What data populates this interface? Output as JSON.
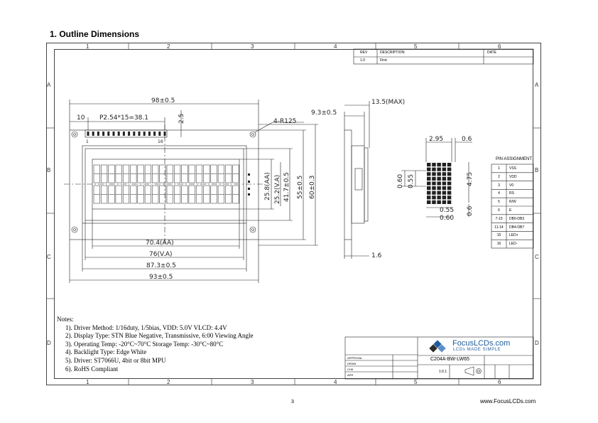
{
  "section_title": "1.  Outline Dimensions",
  "zone_columns": [
    "1",
    "2",
    "3",
    "4",
    "5",
    "6"
  ],
  "zone_rows": [
    "A",
    "B",
    "C",
    "D"
  ],
  "revision": {
    "headers": {
      "rev": "REV",
      "description": "DESCRIPTION:",
      "date": "DATE"
    },
    "rows": [
      {
        "rev": "1.0",
        "description": "First",
        "date": ""
      }
    ]
  },
  "front_dims": {
    "overall_width": "98±0.5",
    "pin_offset": "10",
    "pin_pitch": "P2.54*15=38.1",
    "pin_row_height": "2.5",
    "hole_radius": "4-R125",
    "pin_one": "1",
    "pin_sixteen": "16",
    "aa_width": "70.4(AA)",
    "va_width": "76(V.A)",
    "bezel_width": "87.3±0.5",
    "pcb_width": "93±0.5",
    "aa_height": "25.8(AA)",
    "va_height": "25.2(V.A)",
    "bezel_height": "41.7±0.5",
    "pcb_height": "55±0.5",
    "overall_height": "60±0.3"
  },
  "side_dims": {
    "bezel_depth": "9.3±0.5",
    "max_depth": "13.5(MAX)",
    "pcb_thickness": "1.6"
  },
  "pixel_dims": {
    "char_width": "2.95",
    "char_gap": "0.6",
    "char_height": "4.75",
    "dot_height": "0.60",
    "dot_pitch_v": "0.55",
    "dot_width": "0.55",
    "dot_pitch_h": "0.60",
    "row_gap": "0.6"
  },
  "pin_assignment": {
    "title": "PIN ASSIGNMENT",
    "rows": [
      {
        "pin": "1",
        "signal": "VSS"
      },
      {
        "pin": "2",
        "signal": "VDD"
      },
      {
        "pin": "3",
        "signal": "V0"
      },
      {
        "pin": "4",
        "signal": "RS"
      },
      {
        "pin": "5",
        "signal": "R/W"
      },
      {
        "pin": "6",
        "signal": "E"
      },
      {
        "pin": "7-10",
        "signal": "DB0-DB3"
      },
      {
        "pin": "11-14",
        "signal": "DB4-DB7"
      },
      {
        "pin": "15",
        "signal": "LED+"
      },
      {
        "pin": "16",
        "signal": "LED-"
      }
    ]
  },
  "notes": {
    "heading": "Notes:",
    "items": [
      "1). Driver Method: 1/16duty, 1/5bias, VDD: 5.0V VLCD: 4.4V",
      "2). Display Type: STN Blue Negative, Transmissive, 6:00 Viewing Angle",
      "3). Operating Temp: -20°C~70°C Storage Temp: -30°C~80°C",
      "4). Backlight Type: Edge White",
      "5). Driver: ST7066U, 4bit or 8bit MPU",
      "6). RoHS Compliant"
    ]
  },
  "title_block": {
    "brand": "FocusLCDs.com",
    "tagline": "LCDs MADE SIMPLE",
    "part_number": "C204A-BW-LW65",
    "scale": "1:0.1",
    "rows": [
      "APPROVAL",
      "DRWN",
      "CHK",
      "APR"
    ]
  },
  "page_number": "3",
  "footer_url": "www.FocusLCDs.com",
  "colors": {
    "line": "#222222",
    "brand_blue": "#1f5c99",
    "border": "#444444"
  }
}
